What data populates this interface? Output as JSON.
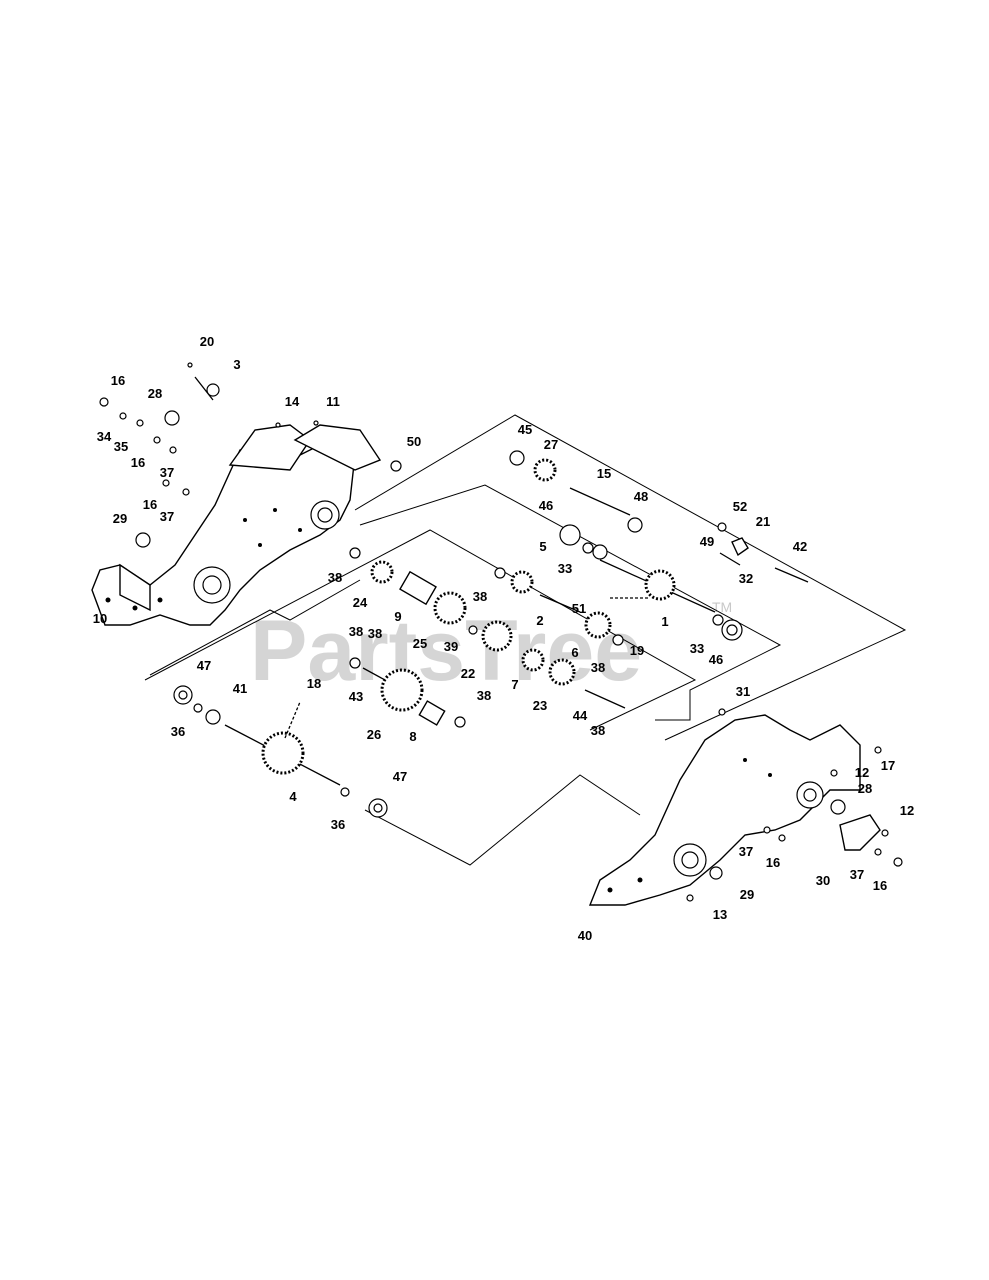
{
  "watermark": {
    "text": "PartsTree",
    "trademark": "TM"
  },
  "labels": [
    "1",
    "2",
    "3",
    "4",
    "5",
    "6",
    "7",
    "8",
    "9",
    "10",
    "11",
    "12",
    "12",
    "13",
    "14",
    "15",
    "16",
    "16",
    "16",
    "16",
    "16",
    "17",
    "18",
    "19",
    "20",
    "21",
    "22",
    "23",
    "24",
    "25",
    "26",
    "27",
    "28",
    "28",
    "29",
    "29",
    "30",
    "31",
    "32",
    "33",
    "33",
    "34",
    "35",
    "36",
    "36",
    "37",
    "37",
    "37",
    "37",
    "38",
    "38",
    "38",
    "38",
    "38",
    "38",
    "38",
    "39",
    "40",
    "41",
    "42",
    "43",
    "44",
    "45",
    "46",
    "46",
    "47",
    "47",
    "48",
    "49",
    "50",
    "51",
    "52"
  ]
}
